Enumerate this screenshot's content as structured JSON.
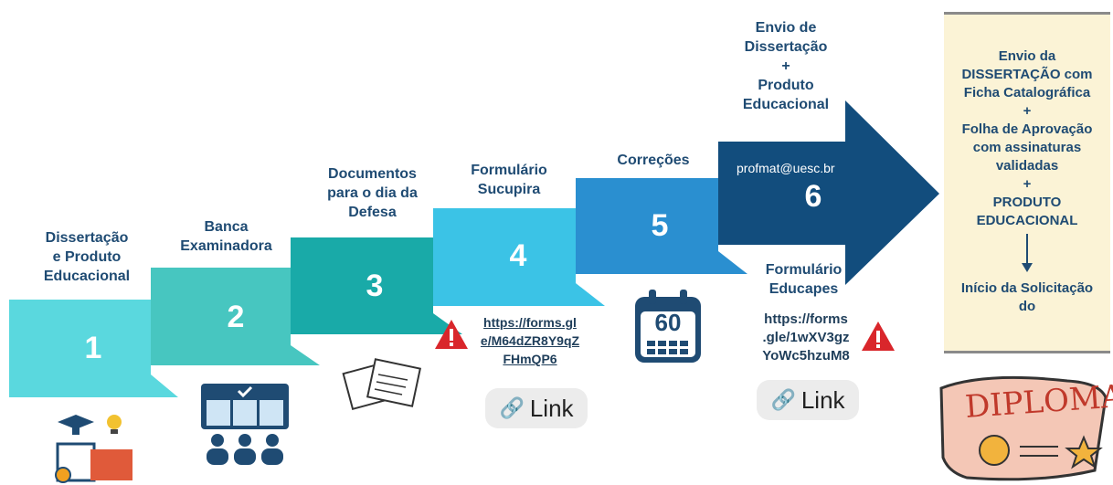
{
  "steps": [
    {
      "number": "1",
      "label_lines": [
        "Dissertação",
        "e Produto",
        "Educacional"
      ],
      "color": "#5ad8de"
    },
    {
      "number": "2",
      "label_lines": [
        "Banca",
        "Examinadora"
      ],
      "color": "#47c6c0"
    },
    {
      "number": "3",
      "label_lines": [
        "Documentos",
        "para o dia da",
        "Defesa"
      ],
      "color": "#19aaa8"
    },
    {
      "number": "4",
      "label_lines": [
        "Formulário",
        "Sucupira"
      ],
      "color": "#3bc3e6"
    },
    {
      "number": "5",
      "label_lines": [
        "Correções"
      ],
      "color": "#2a8fd0"
    },
    {
      "number": "6",
      "label_lines": [
        "Envio de",
        "Dissertação",
        "+",
        "Produto",
        "Educacional"
      ],
      "color": "#124d7d",
      "email": "profmat@uesc.br"
    }
  ],
  "links": {
    "sucupira_url_lines": [
      "https://forms.gl",
      "e/M64dZR8Y9qZ",
      "FHmQP6"
    ],
    "educapes_title_lines": [
      "Formulário",
      "Educapes"
    ],
    "educapes_url_lines": [
      "https://forms",
      ".gle/1wXV3gz",
      "YoWc5hzuM8"
    ],
    "chip_label": "Link"
  },
  "calendar": {
    "days": "60"
  },
  "final_panel": {
    "lines": [
      "Envio da",
      "DISSERTAÇÃO com",
      "Ficha Catalográfica",
      "+",
      "Folha de Aprovação",
      "com assinaturas",
      "validadas",
      "+",
      "PRODUTO",
      "EDUCACIONAL"
    ],
    "after_arrow_lines": [
      "Início da Solicitação",
      "do"
    ]
  },
  "diploma": {
    "text": "DIPLOMA"
  },
  "colors": {
    "label_text": "#1f4b73",
    "warning": "#d9262b",
    "panel_bg": "#fbf3d6"
  }
}
